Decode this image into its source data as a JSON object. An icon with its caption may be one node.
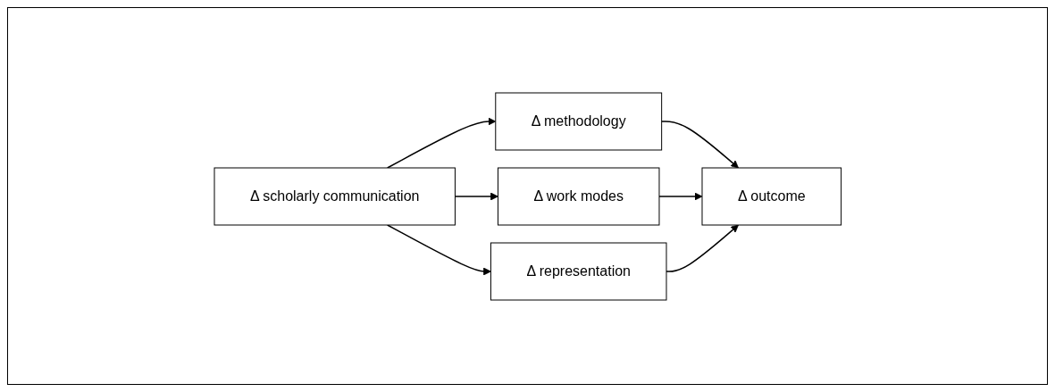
{
  "diagram": {
    "nodes": [
      {
        "text": [
          "Δ scholarly communication"
        ]
      },
      {
        "text": [
          "Δ methodology"
        ]
      },
      {
        "text": [
          "Δ work modes"
        ]
      },
      {
        "text": [
          "Δ representation"
        ]
      },
      {
        "text": [
          "Δ outcome"
        ]
      }
    ],
    "edges": [
      {
        "from": 0,
        "to": 1,
        "arrow": "to"
      },
      {
        "from": 0,
        "to": 2,
        "arrow": "to"
      },
      {
        "from": 0,
        "to": 3,
        "arrow": "to"
      },
      {
        "from": 1,
        "to": 4,
        "arrow": "to"
      },
      {
        "from": 2,
        "to": 4,
        "arrow": "to"
      },
      {
        "from": 3,
        "to": 4,
        "arrow": "to"
      }
    ]
  }
}
